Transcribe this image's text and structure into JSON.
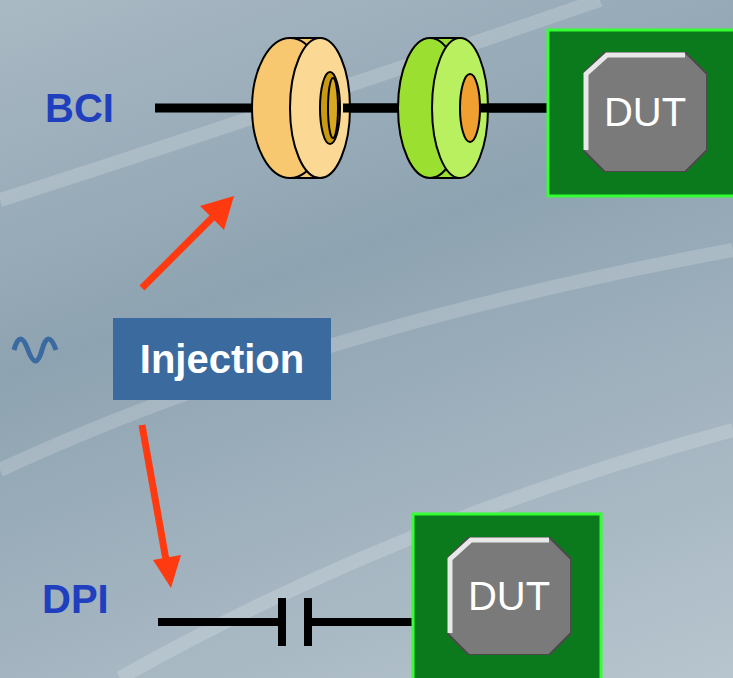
{
  "diagram": {
    "nodes": [
      {
        "text": [
          "DUT"
        ]
      },
      {
        "text": [
          "Injection"
        ]
      },
      {
        "text": [
          "DUT"
        ]
      }
    ],
    "labels": [
      "BCI",
      "DPI"
    ]
  }
}
